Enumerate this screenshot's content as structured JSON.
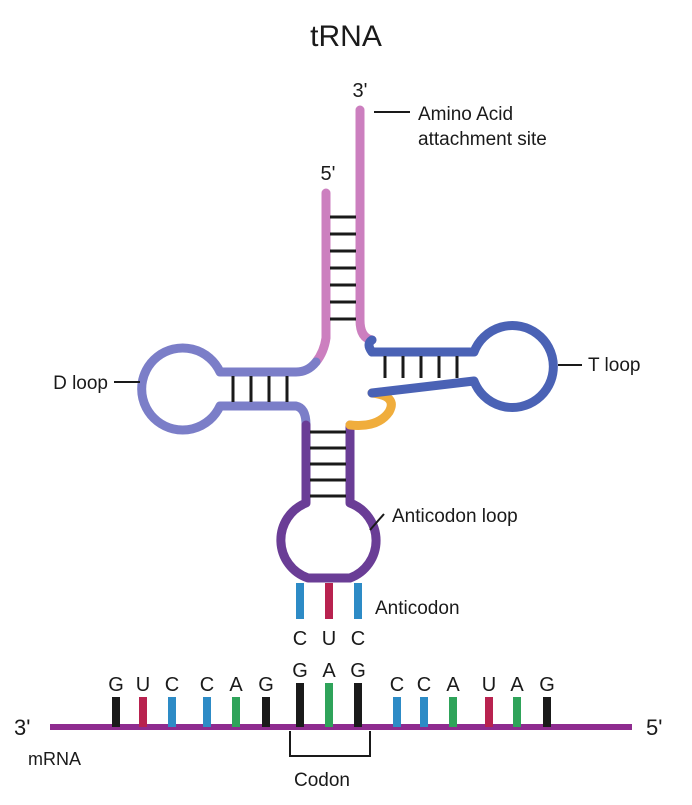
{
  "title": "tRNA",
  "labels": {
    "three_prime_top": "3'",
    "five_prime_top": "5'",
    "amino_acid_line1": "Amino Acid",
    "amino_acid_line2": "attachment site",
    "d_loop": "D loop",
    "t_loop": "T loop",
    "anticodon_loop": "Anticodon loop",
    "anticodon": "Anticodon",
    "mrna_three_prime": "3'",
    "mrna_five_prime": "5'",
    "mrna": "mRNA",
    "codon": "Codon"
  },
  "anticodon_bases": [
    "C",
    "U",
    "C"
  ],
  "mrna_bases": [
    "G",
    "U",
    "C",
    "C",
    "A",
    "G",
    "G",
    "A",
    "G",
    "C",
    "C",
    "A",
    "U",
    "A",
    "G"
  ],
  "colors": {
    "acceptor_stem": "#cc7fbf",
    "d_arm": "#7b7ec8",
    "anticodon_arm": "#6a3d96",
    "t_arm": "#4a62b5",
    "variable_loop": "#f0ad3c",
    "mrna_strand": "#8e2b8f",
    "base_G": "#1a1a1a",
    "base_U": "#b8224f",
    "base_C": "#2d8bc6",
    "base_A": "#2fa35a"
  }
}
